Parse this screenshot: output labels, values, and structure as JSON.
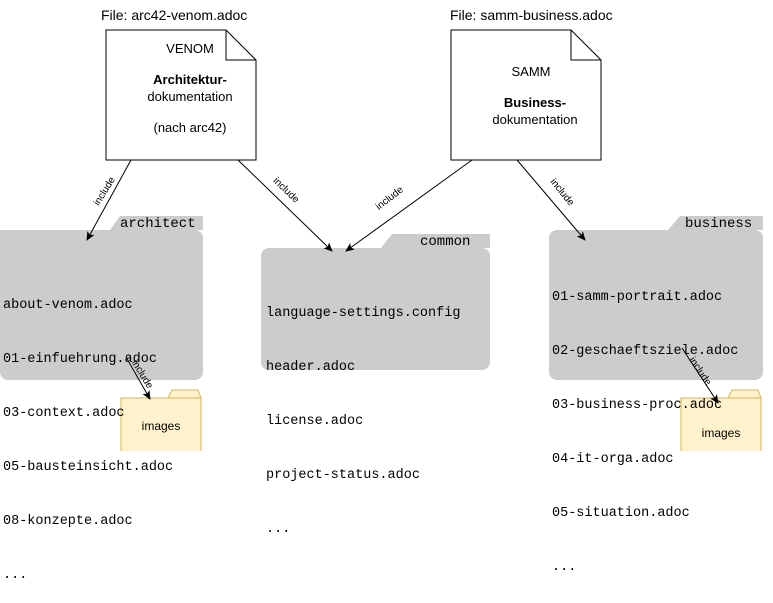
{
  "venom": {
    "file_label": "File: arc42-venom.adoc",
    "title": "VENOM",
    "heading_bold": "Architektur-",
    "heading_rest": "dokumentation",
    "note": "(nach arc42)"
  },
  "samm": {
    "file_label": "File: samm-business.adoc",
    "title": "SAMM",
    "heading_bold": "Business-",
    "heading_rest": "dokumentation"
  },
  "folders": {
    "architect": {
      "tab": "architect",
      "files": [
        "about-venom.adoc",
        "01-einfuehrung.adoc",
        "03-context.adoc",
        "05-bausteinsicht.adoc",
        "08-konzepte.adoc",
        "..."
      ]
    },
    "common": {
      "tab": "common",
      "files": [
        "language-settings.config",
        "header.adoc",
        "license.adoc",
        "project-status.adoc",
        "..."
      ]
    },
    "business": {
      "tab": "business",
      "files": [
        "01-samm-portrait.adoc",
        "02-geschaeftsziele.adoc",
        "03-business-proc.adoc",
        "04-it-orga.adoc",
        "05-situation.adoc",
        "..."
      ]
    }
  },
  "images_folders": {
    "left_label": "images",
    "right_label": "images"
  },
  "edges": {
    "include_label": "include"
  },
  "colors": {
    "folder_gray": "#cccccc",
    "images_fill": "#fff2cc",
    "images_stroke": "#d6b656",
    "stroke": "#000000"
  }
}
